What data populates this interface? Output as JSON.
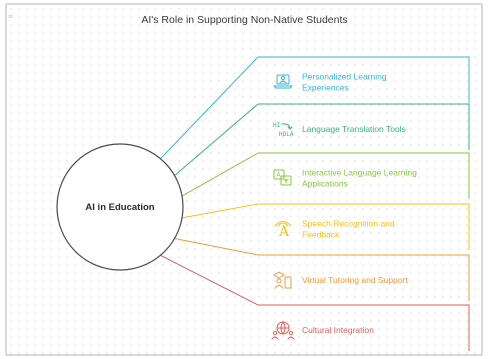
{
  "corner_mark": "do",
  "title": "AI's Role in Supporting Non-Native Students",
  "hub": {
    "label": "AI in Education"
  },
  "items": [
    {
      "lines": [
        "Personalized Learning",
        "Experiences"
      ],
      "color": "#35b6d4",
      "icon": "laptop-person-icon"
    },
    {
      "lines": [
        "Language Translation Tools"
      ],
      "color": "#3ab37a",
      "icon": "translate-hi-hola-icon"
    },
    {
      "lines": [
        "Interactive Language Learning",
        "Applications"
      ],
      "color": "#8cc63f",
      "icon": "translate-chat-icon"
    },
    {
      "lines": [
        "Speech Recognition and",
        "Feedback"
      ],
      "color": "#f0c419",
      "icon": "speech-letter-icon"
    },
    {
      "lines": [
        "Virtual Tutoring and Support"
      ],
      "color": "#f09a3a",
      "icon": "graduate-phone-icon"
    },
    {
      "lines": [
        "Cultural Integration"
      ],
      "color": "#e0605a",
      "icon": "globe-people-icon"
    }
  ]
}
